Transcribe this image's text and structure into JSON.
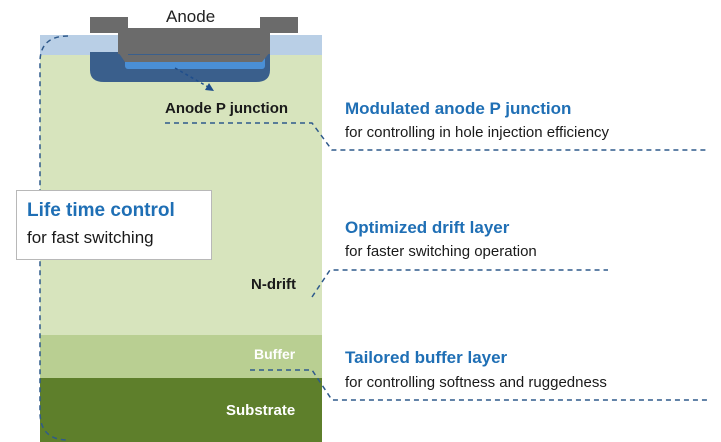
{
  "labels": {
    "anode": "Anode",
    "anode_p_junction": "Anode P junction",
    "n_drift": "N-drift",
    "buffer": "Buffer",
    "substrate": "Substrate"
  },
  "callouts": [
    {
      "title": "Modulated anode P junction",
      "subtitle": "for controlling in hole injection efficiency"
    },
    {
      "title": "Optimized drift layer",
      "subtitle": "for faster switching operation"
    },
    {
      "title": "Tailored buffer layer",
      "subtitle": "for controlling softness and ruggedness"
    }
  ],
  "life_time_control": {
    "title": "Life time control",
    "subtitle": "for fast switching"
  },
  "colors": {
    "drift": "#d7e4bd",
    "buffer": "#b9cf92",
    "substrate": "#5e7f2b",
    "anode_metal": "#6b6b6b",
    "oxide": "#b9cfe6",
    "p_region": "#3a5f8c",
    "p_highlight": "#4a8fd6",
    "accent_blue": "#1f6fb5",
    "dashed_line": "#3a5f8c"
  }
}
